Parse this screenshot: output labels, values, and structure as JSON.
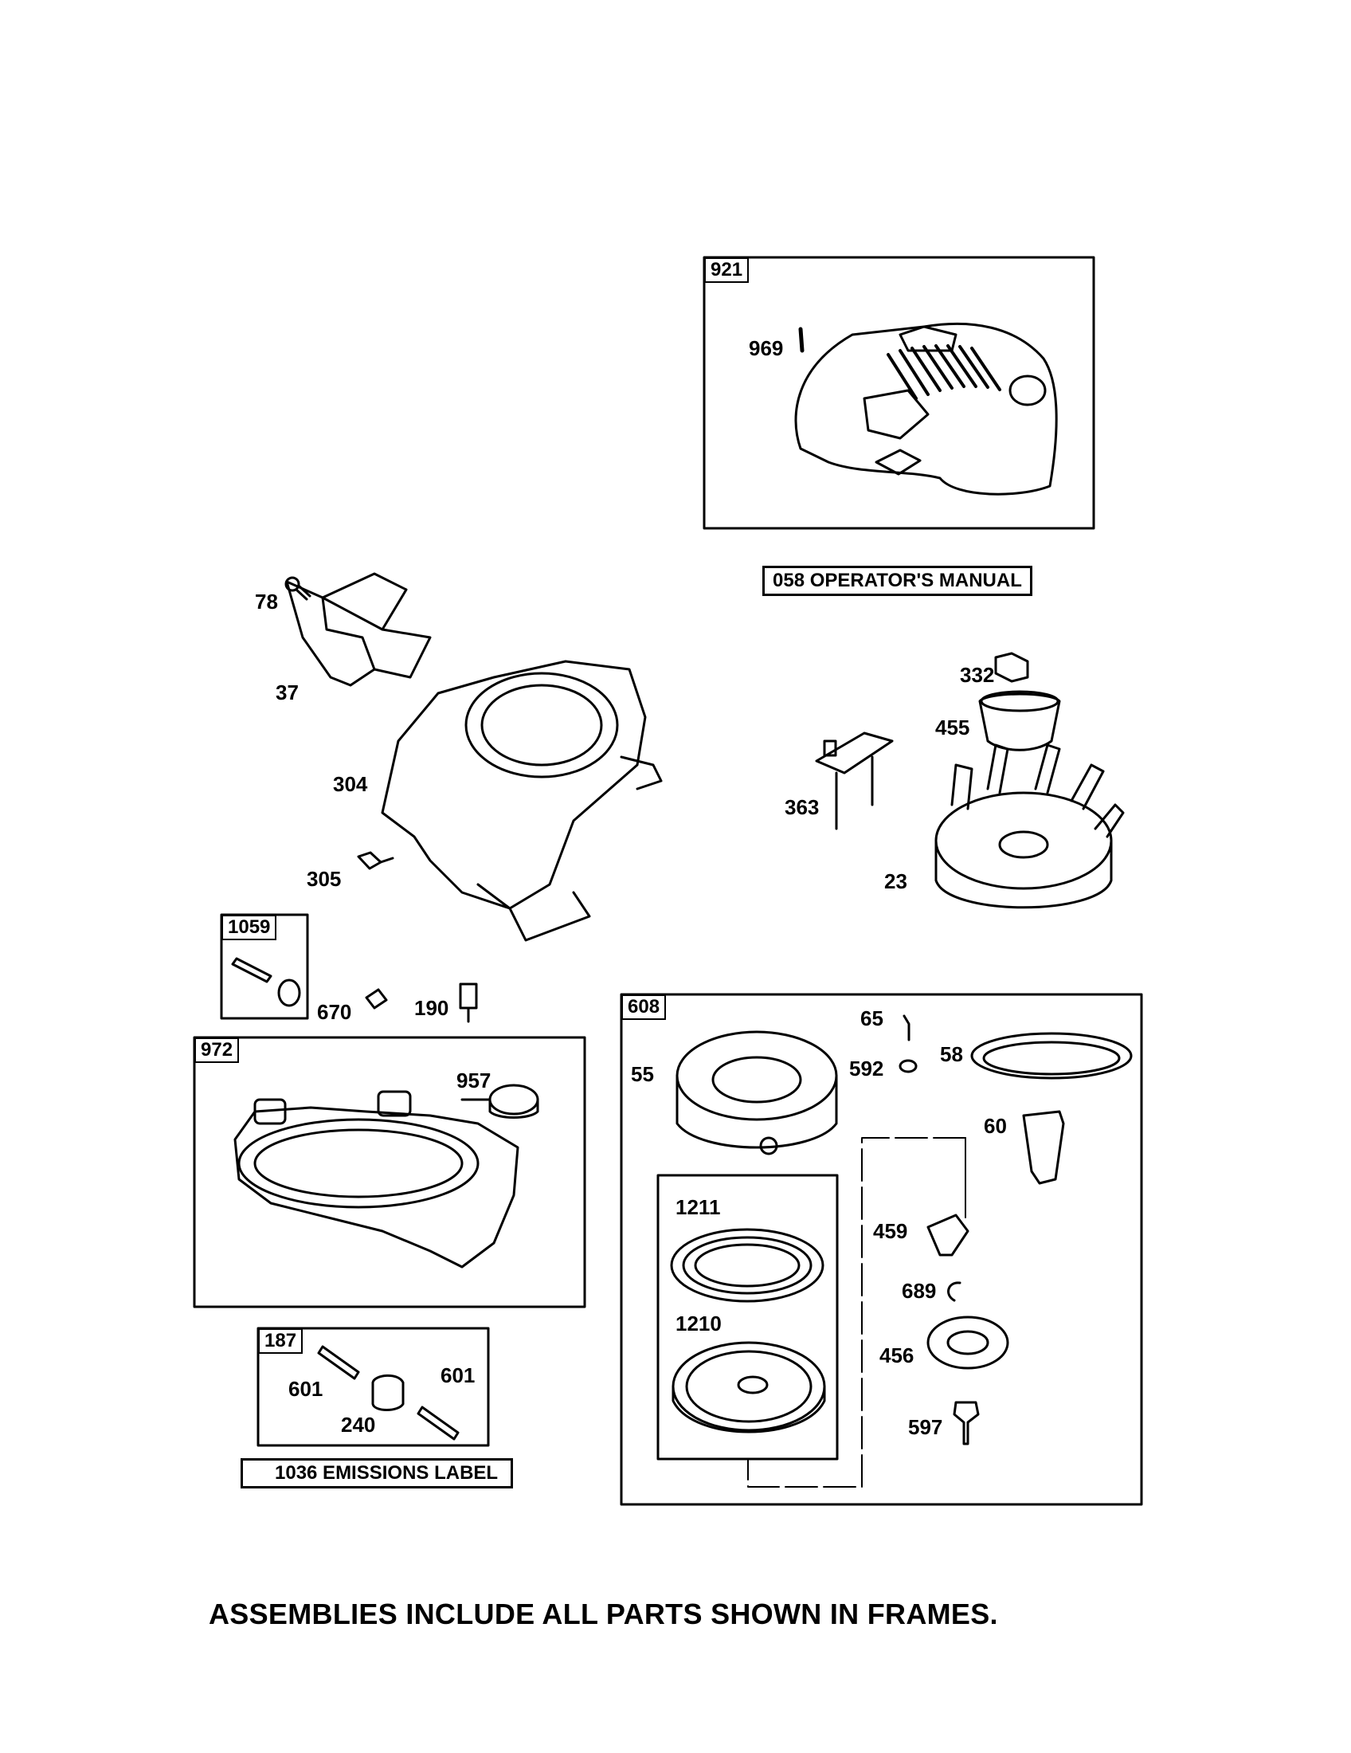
{
  "frames": {
    "f921": "921",
    "f1059": "1059",
    "f972": "972",
    "f608": "608",
    "f187": "187"
  },
  "labels": {
    "p969": "969",
    "p78": "78",
    "p37": "37",
    "p304": "304",
    "p305": "305",
    "p332": "332",
    "p455": "455",
    "p363": "363",
    "p23": "23",
    "p670": "670",
    "p190": "190",
    "p957": "957",
    "p65": "65",
    "p55": "55",
    "p592": "592",
    "p58": "58",
    "p60": "60",
    "p1211": "1211",
    "p1210": "1210",
    "p459": "459",
    "p689": "689",
    "p456": "456",
    "p597": "597",
    "p601a": "601",
    "p601b": "601",
    "p240": "240"
  },
  "banners": {
    "manual": "058 OPERATOR'S MANUAL",
    "emissions": "1036 EMISSIONS LABEL"
  },
  "footer": "ASSEMBLIES INCLUDE ALL PARTS SHOWN IN FRAMES."
}
